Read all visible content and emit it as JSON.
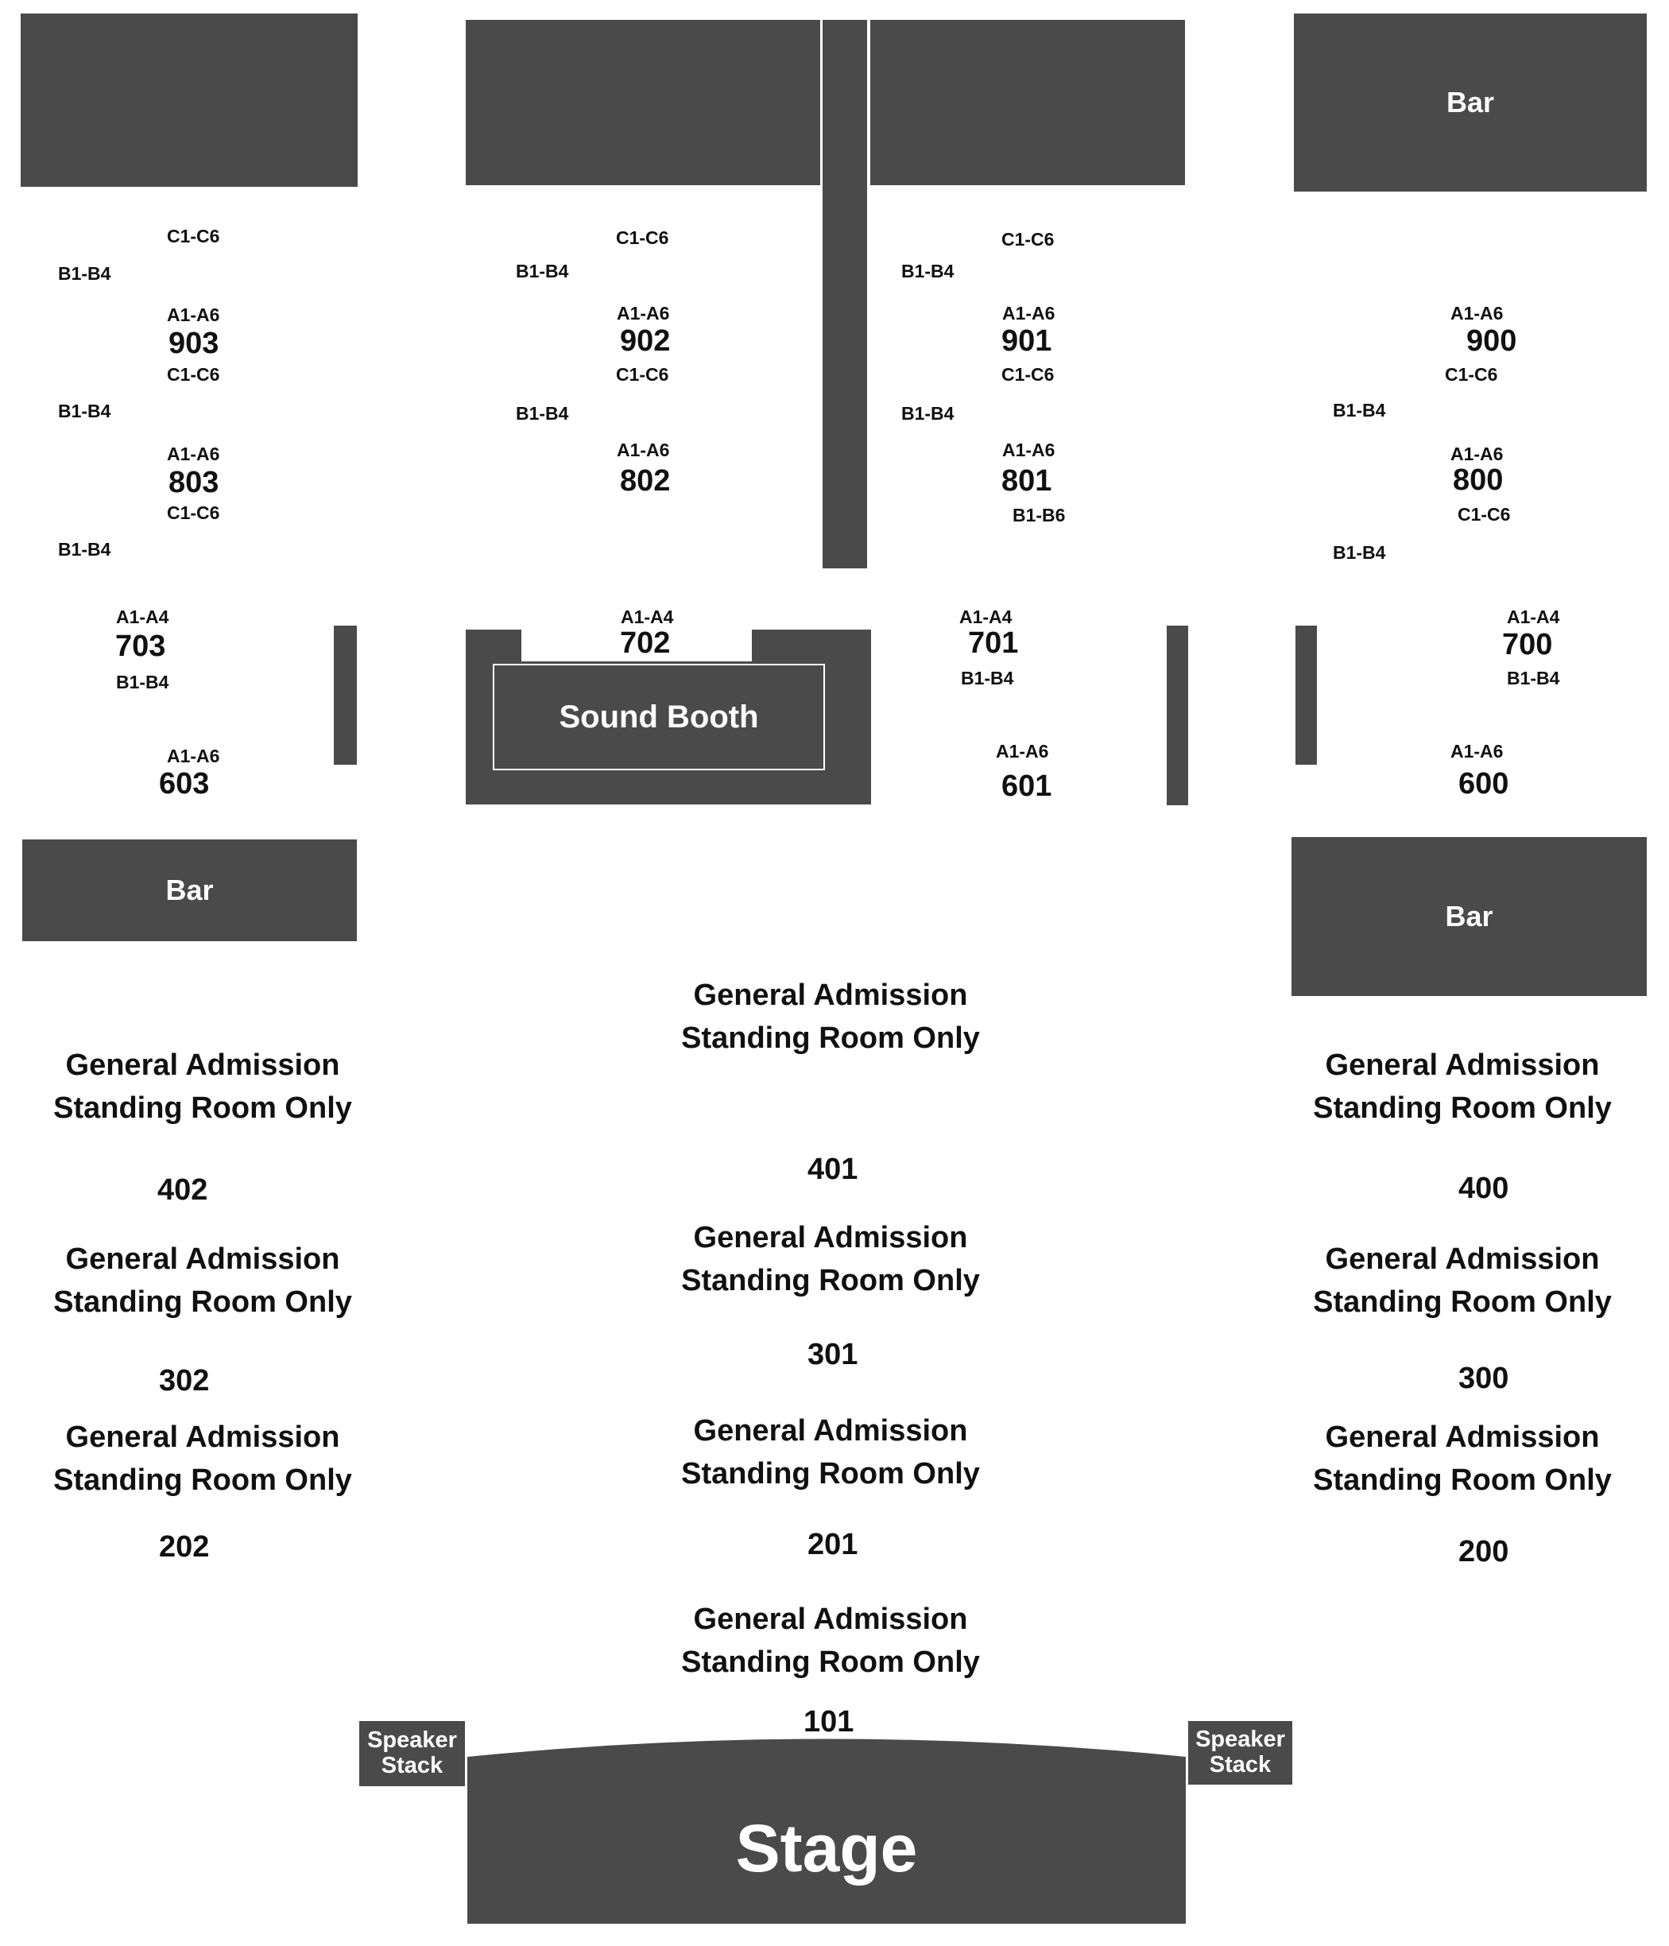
{
  "venue": {
    "bars": [
      "Bar",
      "Bar",
      "Bar"
    ],
    "sound_booth": "Sound Booth",
    "speaker_stack_left": [
      "Speaker",
      "Stack"
    ],
    "speaker_stack_right": [
      "Speaker",
      "Stack"
    ],
    "stage": "Stage"
  },
  "seated_sections": [
    {
      "section": "903",
      "rows": [
        "C1-C6",
        "B1-B4",
        "A1-A6"
      ]
    },
    {
      "section": "902",
      "rows": [
        "C1-C6",
        "B1-B4",
        "A1-A6"
      ]
    },
    {
      "section": "901",
      "rows": [
        "C1-C6",
        "B1-B4",
        "A1-A6"
      ]
    },
    {
      "section": "900",
      "rows": [
        "A1-A6"
      ]
    },
    {
      "section": "803",
      "rows": [
        "C1-C6",
        "B1-B4",
        "A1-A6"
      ]
    },
    {
      "section": "802",
      "rows": [
        "C1-C6",
        "B1-B4",
        "A1-A6"
      ]
    },
    {
      "section": "801",
      "rows": [
        "C1-C6",
        "B1-B4",
        "A1-A6"
      ]
    },
    {
      "section": "800",
      "rows": [
        "C1-C6",
        "B1-B4",
        "A1-A6"
      ]
    },
    {
      "section": "703",
      "rows": [
        "C1-C6",
        "B1-B4",
        "A1-A4",
        "B1-B4"
      ]
    },
    {
      "section": "702",
      "rows": [
        "A1-A4"
      ]
    },
    {
      "section": "701",
      "rows": [
        "B1-B6",
        "A1-A4",
        "B1-B4"
      ]
    },
    {
      "section": "700",
      "rows": [
        "C1-C6",
        "B1-B4",
        "A1-A4",
        "B1-B4"
      ]
    },
    {
      "section": "603",
      "rows": [
        "A1-A6"
      ]
    },
    {
      "section": "601",
      "rows": [
        "A1-A6"
      ]
    },
    {
      "section": "600",
      "rows": [
        "A1-A6"
      ]
    }
  ],
  "ga_sections": [
    {
      "section": "402",
      "lines": [
        "General Admission",
        "Standing Room Only"
      ]
    },
    {
      "section": "401",
      "lines": [
        "General Admission",
        "Standing Room Only"
      ]
    },
    {
      "section": "400",
      "lines": [
        "General Admission",
        "Standing Room Only"
      ]
    },
    {
      "section": "302",
      "lines": [
        "General Admission",
        "Standing Room Only"
      ]
    },
    {
      "section": "301",
      "lines": [
        "General Admission",
        "Standing Room Only"
      ]
    },
    {
      "section": "300",
      "lines": [
        "General Admission",
        "Standing Room Only"
      ]
    },
    {
      "section": "202",
      "lines": [
        "General Admission",
        "Standing Room Only"
      ]
    },
    {
      "section": "201",
      "lines": [
        "General Admission",
        "Standing Room Only"
      ]
    },
    {
      "section": "200",
      "lines": [
        "General Admission",
        "Standing Room Only"
      ]
    },
    {
      "section": "101",
      "lines": [
        "General Admission",
        "Standing Room Only"
      ]
    }
  ],
  "colors": {
    "block": "#4a4a4a",
    "text": "#111111",
    "background": "#ffffff"
  }
}
